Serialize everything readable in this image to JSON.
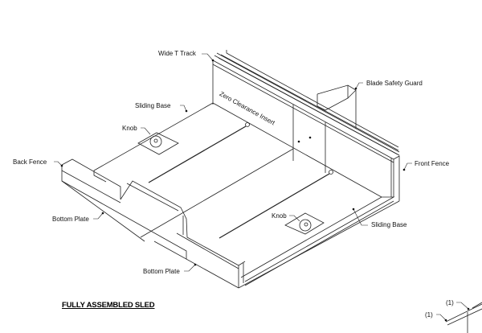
{
  "title": "FULLY ASSEMBLED SLED",
  "labels": {
    "wide_t_track": "Wide T Track",
    "blade_safety_guard": "Blade Safety Guard",
    "sliding_base_top": "Sliding Base",
    "sliding_base_bottom": "Sliding Base",
    "knob_top": "Knob",
    "knob_bottom": "Knob",
    "zero_clearance_insert": "Zero Clearance Insert",
    "back_fence": "Back Fence",
    "front_fence": "Front Fence",
    "bottom_plate_left": "Bottom Plate",
    "bottom_plate_bottom": "Bottom Plate",
    "part_count_1": "(1)",
    "part_count_2": "(1)"
  }
}
